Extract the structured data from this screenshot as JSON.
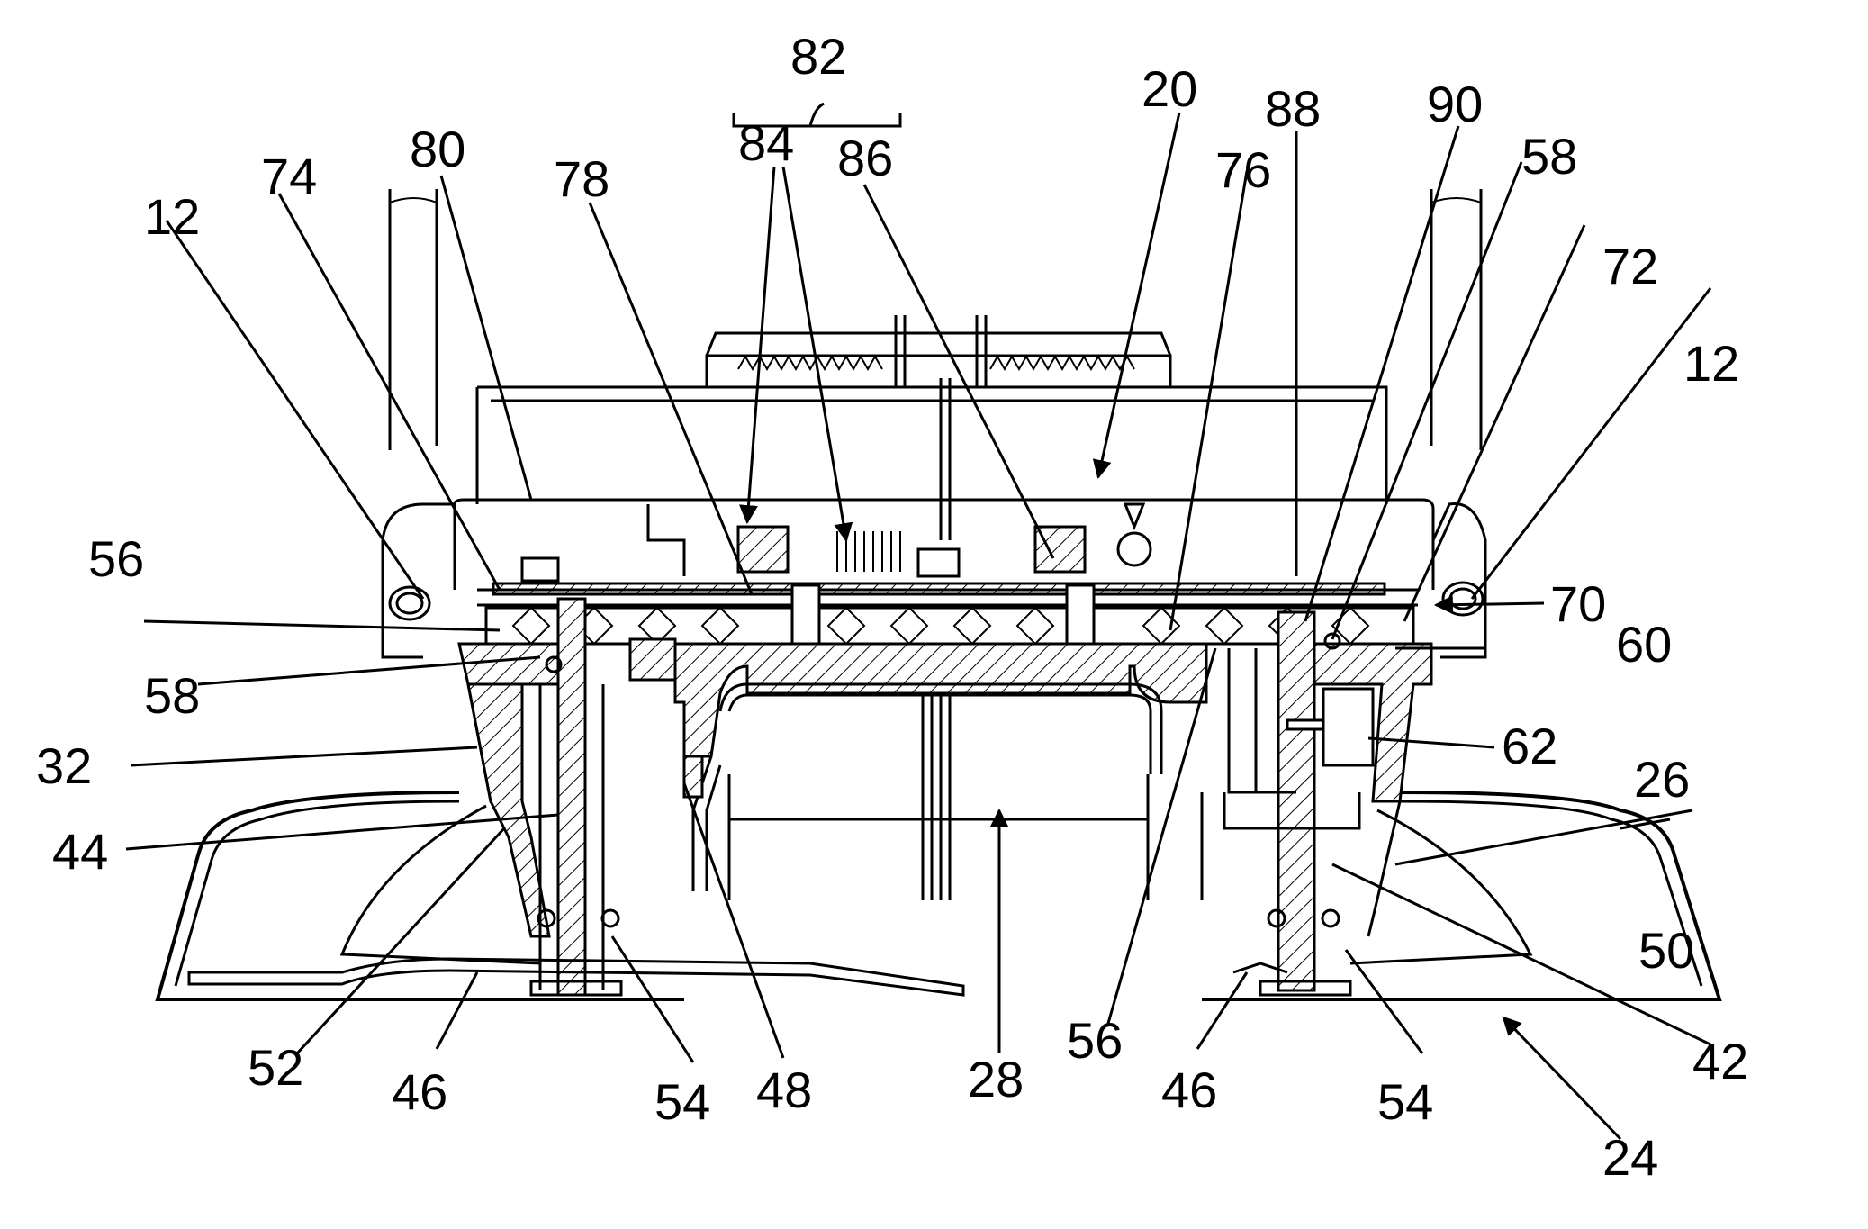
{
  "labels": {
    "l82": "82",
    "l20": "20",
    "l84": "84",
    "l86": "86",
    "l88": "88",
    "l90": "90",
    "l80": "80",
    "l78": "78",
    "l76": "76",
    "l74": "74",
    "l58a": "58",
    "l12a": "12",
    "l72": "72",
    "l12b": "12",
    "l56a": "56",
    "l70": "70",
    "l60": "60",
    "l58b": "58",
    "l32": "32",
    "l62": "62",
    "l26": "26",
    "l44": "44",
    "l50": "50",
    "l52": "52",
    "l28": "28",
    "l56b": "56",
    "l42": "42",
    "l46a": "46",
    "l54a": "54",
    "l48": "48",
    "l46b": "46",
    "l54b": "54",
    "l24": "24"
  }
}
